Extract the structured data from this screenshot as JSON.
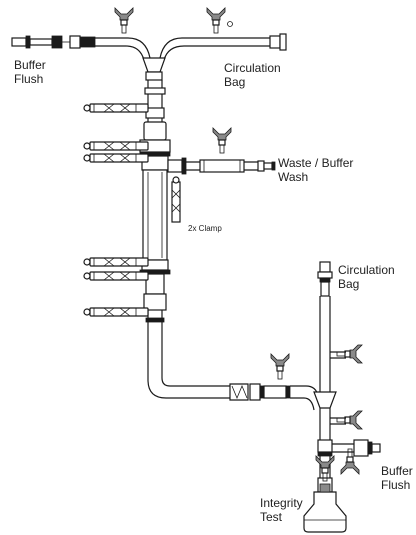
{
  "labels": {
    "buffer_flush_top": "Buffer\nFlush",
    "circulation_bag_top": "Circulation\nBag",
    "waste_buffer_wash": "Waste / Buffer\nWash",
    "clamp_note": "2x Clamp",
    "circulation_bag_right": "Circulation\nBag",
    "buffer_flush_bottom": "Buffer\nFlush",
    "integrity_test": "Integrity\nTest"
  },
  "colors": {
    "line": "#1a1a1a",
    "valve_grey": "#8a8a8a",
    "text": "#222222"
  },
  "icons": {
    "valve": "t-handle-valve-icon",
    "clamp": "pinch-clamp-icon",
    "connector": "luer-connector-icon"
  }
}
